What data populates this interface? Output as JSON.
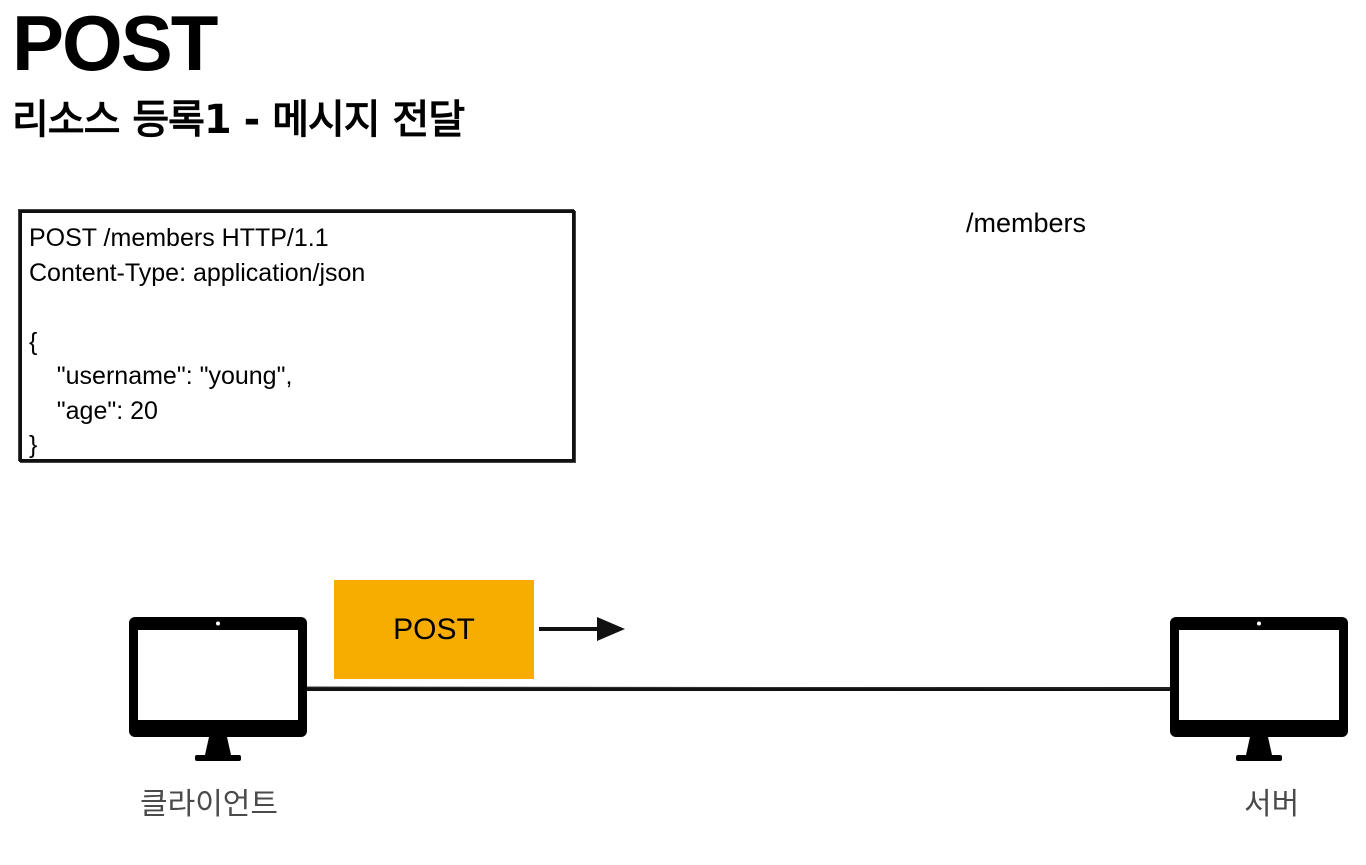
{
  "title": "POST",
  "subtitle": "리소스 등록1 - 메시지 전달",
  "request_message": "POST /members HTTP/1.1\nContent-Type: application/json\n\n{\n    \"username\": \"young\",\n    \"age\": 20\n}",
  "path_label": "/members",
  "method_label": "POST",
  "client_label": "클라이언트",
  "server_label": "서버",
  "colors": {
    "method_box": "#f7ac00",
    "caption": "#4a4a4a"
  },
  "icons": {
    "client": "monitor-icon",
    "server": "monitor-icon",
    "arrow": "arrow-right-icon"
  }
}
